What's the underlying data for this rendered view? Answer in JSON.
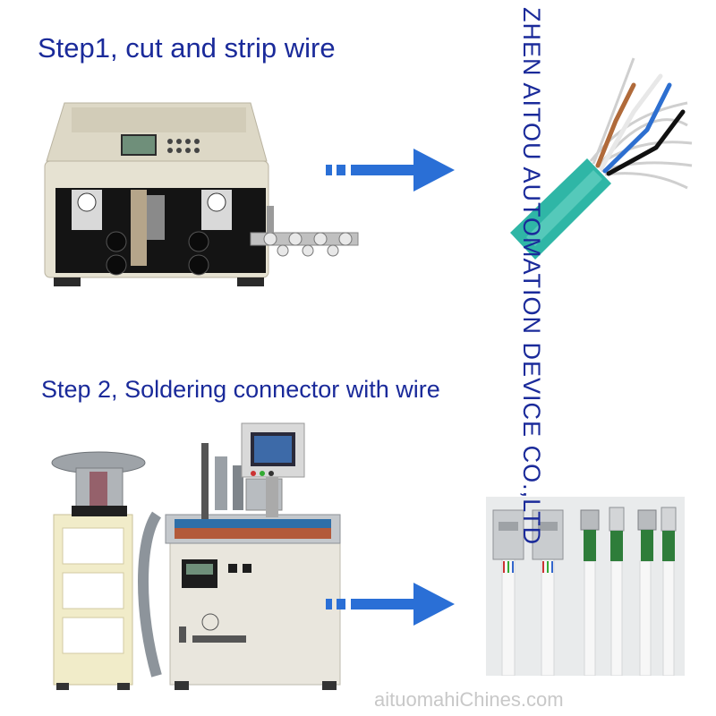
{
  "step1": {
    "title": "Step1, cut and strip wire"
  },
  "step2": {
    "title": "Step 2, Soldering connector with wire"
  },
  "watermark": {
    "text": "ZHEN AITOU AUTOMATION DEVICE CO.,LTD"
  },
  "footer": {
    "text": "aituomahiChines.com"
  },
  "colors": {
    "title": "#1a2a9a",
    "arrow": "#2a6fd6",
    "wire_jacket": "#2fb6a6"
  }
}
